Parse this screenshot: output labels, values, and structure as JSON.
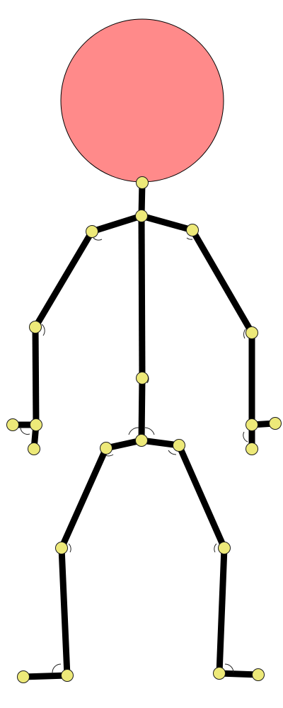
{
  "colors": {
    "head_fill": "#ff8a8a",
    "joint_fill": "#ede979",
    "bone_color": "#000000",
    "background": "#ffffff"
  },
  "figure": {
    "icon": "stick-figure-rig",
    "parts": [
      "head",
      "neck",
      "spine",
      "left-arm",
      "right-arm",
      "left-leg",
      "right-leg",
      "left-hand",
      "right-hand",
      "left-foot",
      "right-foot"
    ]
  }
}
